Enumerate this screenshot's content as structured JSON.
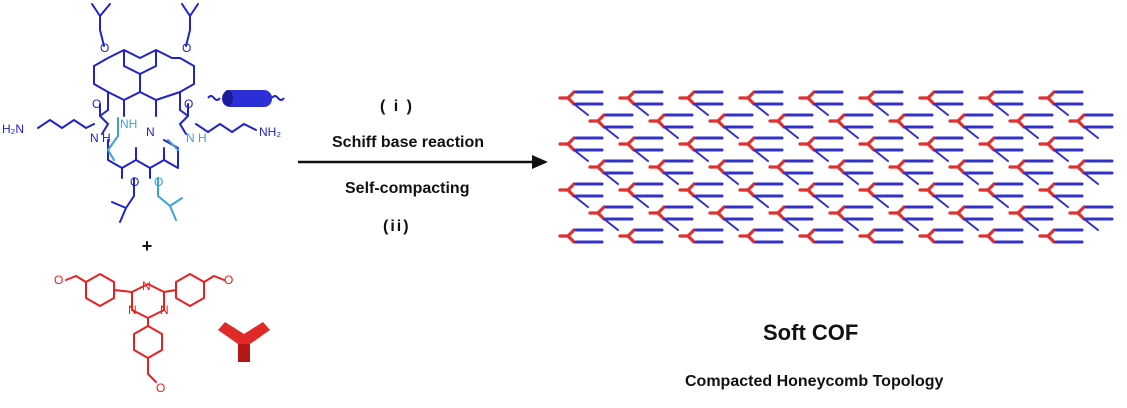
{
  "reaction": {
    "step1": "( i )",
    "step1_label": "Schiff base reaction",
    "step2_label": "Self-compacting",
    "step2": "(ii)",
    "plus": "+"
  },
  "monomer_top": {
    "left_amine": "H₂N",
    "right_amine": "NH₂",
    "nh_left": "NH",
    "nh_left_inner": "N H",
    "nh_right": "N H",
    "n_inner": "N",
    "n_right": "N",
    "o_labels": [
      "O",
      "O",
      "O",
      "O"
    ],
    "o_carbonyl": [
      "O",
      "O"
    ],
    "color_main": "#1f23c8",
    "color_light": "#3aa3d8"
  },
  "monomer_bottom": {
    "n_labels": [
      "N",
      "N",
      "N"
    ],
    "o_labels": [
      "O",
      "O",
      "O"
    ],
    "color": "#e8201f"
  },
  "product": {
    "title": "Soft COF",
    "subtitle": "Compacted Honeycomb Topology",
    "node_color": "#e03030",
    "link_color": "#3232c8"
  }
}
